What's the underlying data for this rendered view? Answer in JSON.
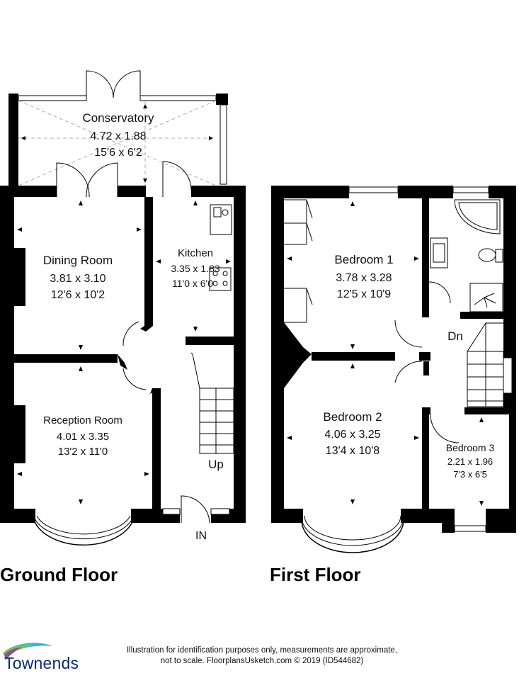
{
  "ground_floor": {
    "title": "Ground Floor",
    "rooms": [
      {
        "name": "Conservatory",
        "metric": "4.72 x 1.88",
        "imperial": "15'6 x 6'2"
      },
      {
        "name": "Dining Room",
        "metric": "3.81 x 3.10",
        "imperial": "12'6 x 10'2"
      },
      {
        "name": "Kitchen",
        "metric": "3.35 x 1.83",
        "imperial": "11'0 x 6'0"
      },
      {
        "name": "Reception Room",
        "metric": "4.01 x 3.35",
        "imperial": "13'2 x 11'0"
      }
    ],
    "stair_label": "Up",
    "entrance_label": "IN"
  },
  "first_floor": {
    "title": "First Floor",
    "rooms": [
      {
        "name": "Bedroom 1",
        "metric": "3.78 x 3.28",
        "imperial": "12'5 x 10'9"
      },
      {
        "name": "Bedroom 2",
        "metric": "4.06 x 3.25",
        "imperial": "13'4 x 10'8"
      },
      {
        "name": "Bedroom 3",
        "metric": "2.21 x 1.96",
        "imperial": "7'3 x 6'5"
      }
    ],
    "stair_label": "Dn"
  },
  "footer": {
    "disclaimer_line1": "Illustration for identification purposes only, measurements are approximate,",
    "disclaimer_line2": "not to scale. FloorplansUsketch.com © 2019 (ID544682)",
    "logo_text": "Townends"
  },
  "colors": {
    "wall": "#000000",
    "window": "#ffffff",
    "logo_blue": "#0d2a6b",
    "logo_green": "#7cc242",
    "logo_purple": "#8a4fa3",
    "logo_cyan": "#36b6e6"
  }
}
